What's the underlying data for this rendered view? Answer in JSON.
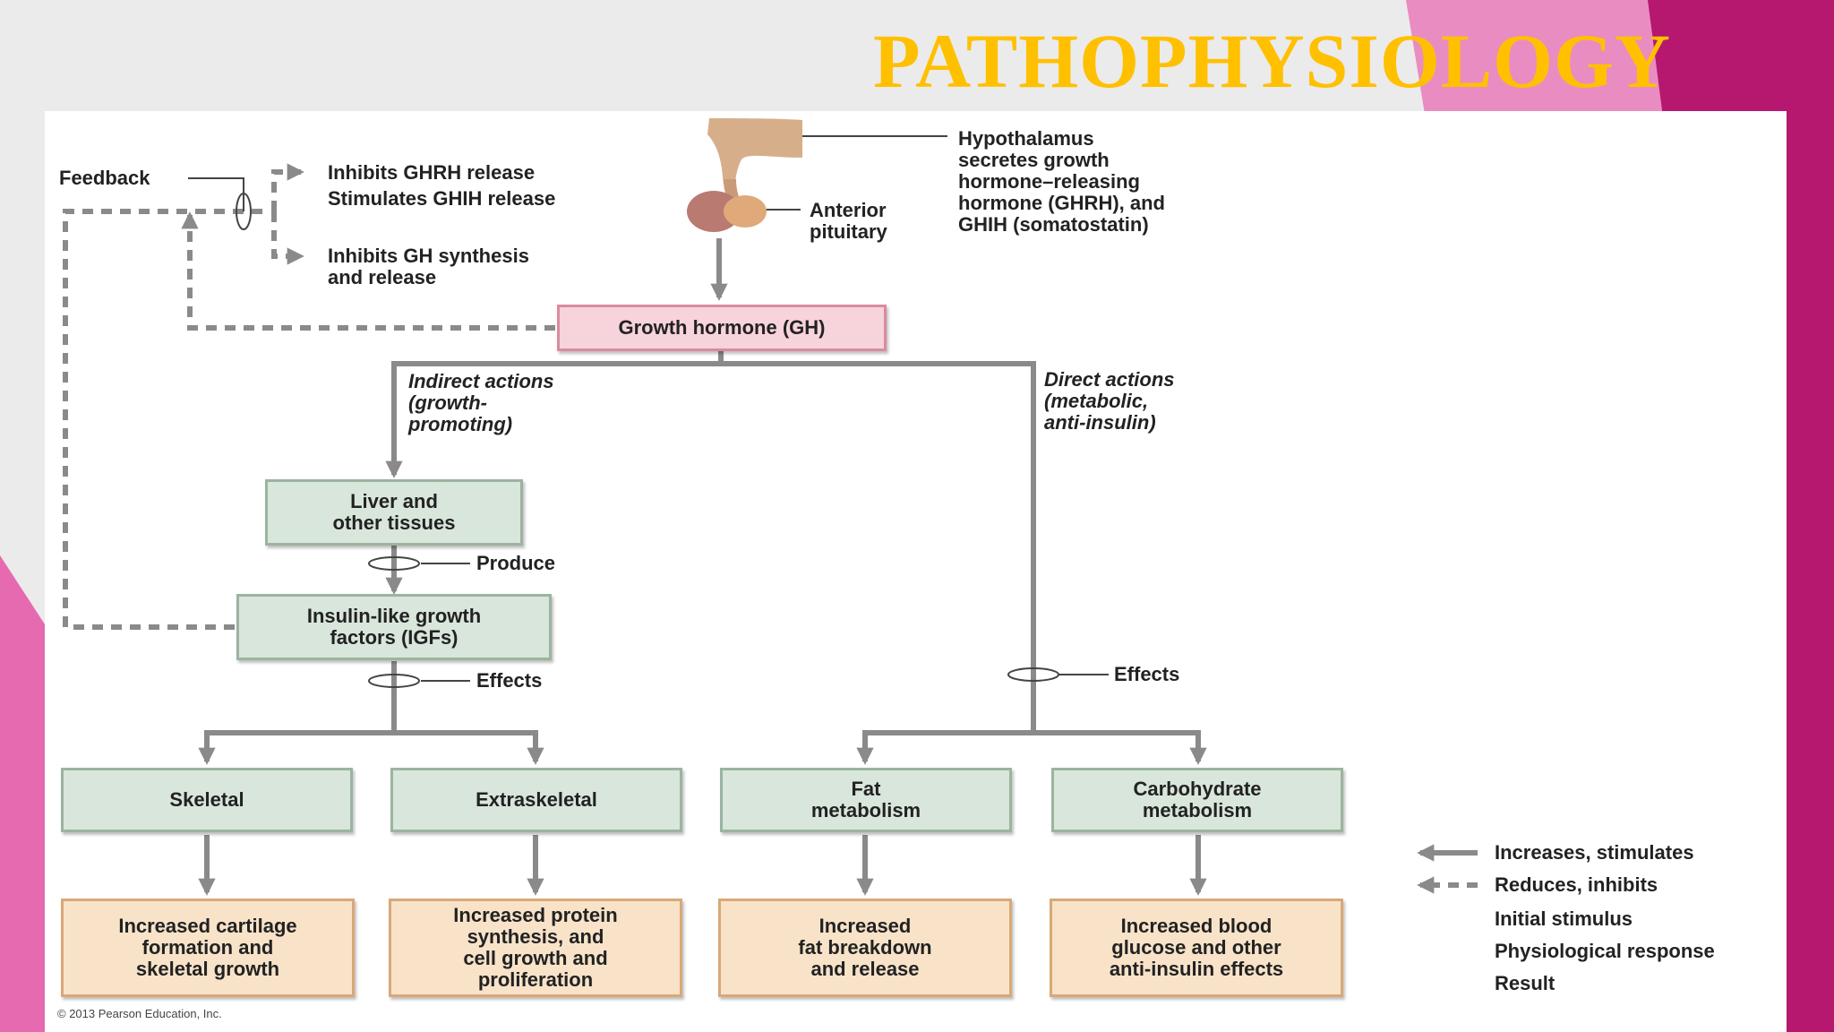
{
  "slide": {
    "title": "PATHOPHYSIOLOGY",
    "colors": {
      "title": "#ffc000",
      "accent_magenta": "#b5186e",
      "accent_pink": "#e66ab0"
    }
  },
  "diagram": {
    "gh_box": "Growth hormone (GH)",
    "feedback_label": "Feedback",
    "feedback_effects": {
      "hypothalamus": "Inhibits GHRH release\nStimulates GHIH release",
      "pituitary": "Inhibits GH synthesis\nand release"
    },
    "hypothalamus_label": "Hypothalamus\nsecretes growth\nhormone–releasing\nhormone (GHRH), and\nGHIH (somatostatin)",
    "anterior_pituitary_label": "Anterior\npituitary",
    "indirect": {
      "title": "Indirect actions",
      "subtitle": "(growth-\npromoting)"
    },
    "direct": {
      "title": "Direct actions",
      "subtitle": "(metabolic,\nanti-insulin)"
    },
    "liver_box": "Liver and\nother tissues",
    "produce_label": "Produce",
    "igf_box": "Insulin-like growth\nfactors (IGFs)",
    "effects_label_left": "Effects",
    "effects_label_right": "Effects",
    "targets": [
      "Skeletal",
      "Extraskeletal",
      "Fat\nmetabolism",
      "Carbohydrate\nmetabolism"
    ],
    "results": [
      "Increased cartilage\nformation and\nskeletal growth",
      "Increased protein\nsynthesis, and\ncell growth and\nproliferation",
      "Increased\nfat breakdown\nand release",
      "Increased blood\nglucose and other\nanti-insulin effects"
    ],
    "colors": {
      "initial": "#f7d3dc",
      "physiological": "#d9e6dc",
      "result": "#f8e3c9",
      "arrow": "#8a8a8a"
    }
  },
  "legend": {
    "items": [
      {
        "label": "Increases, stimulates",
        "type": "solid-arrow"
      },
      {
        "label": "Reduces, inhibits",
        "type": "dashed-arrow"
      },
      {
        "label": "Initial stimulus",
        "type": "swatch",
        "color": "#f7d3dc"
      },
      {
        "label": "Physiological response",
        "type": "swatch",
        "color": "#d9e6dc"
      },
      {
        "label": "Result",
        "type": "swatch",
        "color": "#f8e3c9"
      }
    ]
  },
  "copyright": "© 2013 Pearson Education, Inc."
}
